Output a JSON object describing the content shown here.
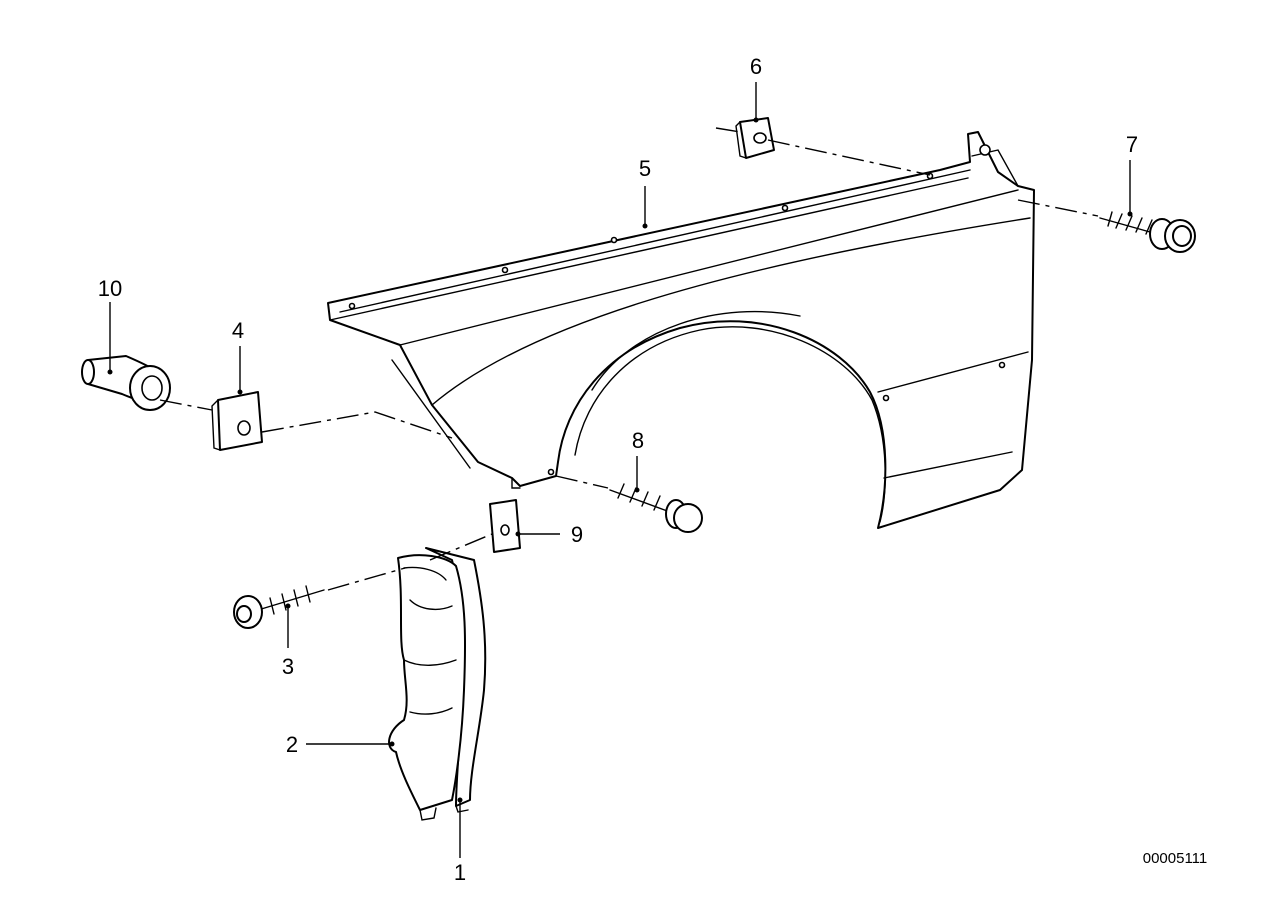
{
  "diagram": {
    "callouts": {
      "c1": "1",
      "c2": "2",
      "c3": "3",
      "c4": "4",
      "c5": "5",
      "c6": "6",
      "c7": "7",
      "c8": "8",
      "c9": "9",
      "c10": "10"
    },
    "document_number": "00005111"
  }
}
